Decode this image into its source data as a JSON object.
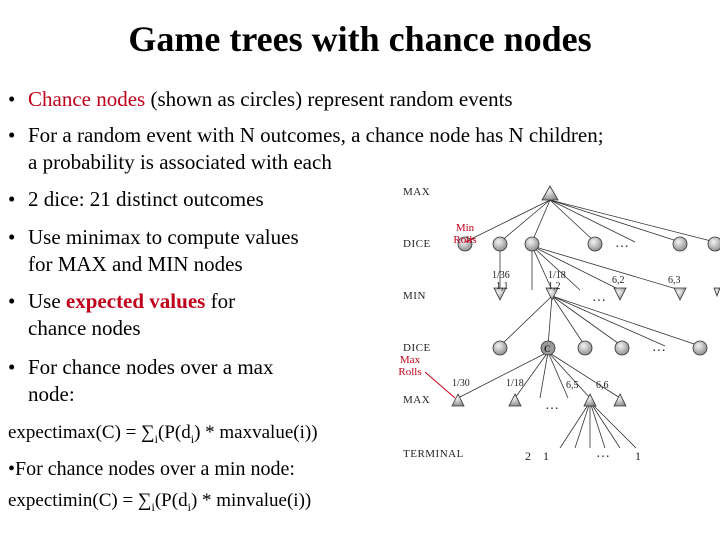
{
  "title": "Game trees with chance nodes",
  "bullets": {
    "b1": {
      "red": "Chance nodes",
      "rest": " (shown as circles) represent random events"
    },
    "b2": {
      "line1": "For a random event with N outcomes, a chance node has N children;",
      "line2": "a probability is associated with each"
    },
    "b3": "2 dice: 21 distinct outcomes",
    "b4": {
      "line1": "Use minimax to compute values",
      "line2": "for MAX and MIN nodes"
    },
    "b5": {
      "pre": "Use  ",
      "red": "expected values",
      "post": " for",
      "line2": "chance nodes"
    },
    "b6": {
      "line1": "For chance nodes over a max",
      "line2": "node:"
    },
    "b7": "•For chance nodes over a min node:"
  },
  "formulas": {
    "expectimax": {
      "pre": "expectimax(C) = ∑",
      "sub1": "i",
      "mid": "(P(d",
      "sub2": "i",
      "post": ") * maxvalue(i))"
    },
    "expectimin": {
      "pre": "expectimin(C) = ∑",
      "sub1": "i",
      "mid": "(P(d",
      "sub2": "i",
      "post": ") * minvalue(i))"
    }
  },
  "tree": {
    "row_labels": {
      "max": "MAX",
      "dice": "DICE",
      "min": "MIN",
      "dice2": "DICE",
      "max2": "MAX",
      "terminal": "TERMINAL"
    },
    "annotations": {
      "min_rolls": [
        "Min",
        "Rolls"
      ],
      "max_rolls": [
        "Max",
        "Rolls"
      ]
    },
    "values": {
      "p1": "1/36",
      "p1b": "1,1",
      "p2": "1/18",
      "p2b": "1,2",
      "p3": "6,2",
      "p4": "6,3",
      "q1": "1/30",
      "q2": "1/18",
      "q3": "6,5",
      "q4": "6,6",
      "t1": "2",
      "t2": "1",
      "t3": "1",
      "e1": "…",
      "e2": "…",
      "e3": "…",
      "e4": "…",
      "e5": "…",
      "c_label": "C"
    }
  }
}
